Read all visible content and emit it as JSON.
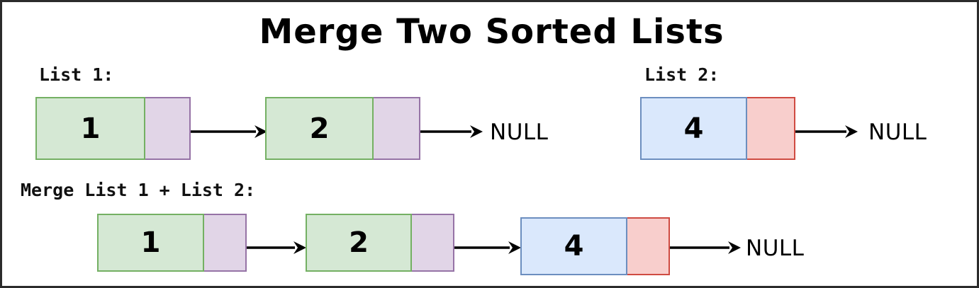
{
  "diagram": {
    "title": "Merge Two Sorted Lists",
    "border_color": "#2b2b2b",
    "background": "#ffffff"
  },
  "palette": {
    "green_fill": "#d5e8d4",
    "green_border": "#74b063",
    "purple_fill": "#e1d5e7",
    "purple_border": "#9673a6",
    "blue_fill": "#dae8fc",
    "blue_border": "#6c8ebf",
    "red_fill": "#f8cecc",
    "red_border": "#cf4b42",
    "text": "#000000"
  },
  "sections": [
    {
      "id": "list1",
      "label": "List 1:",
      "terminator": "NULL",
      "nodes": [
        {
          "value": "1",
          "style": "green"
        },
        {
          "value": "2",
          "style": "green"
        }
      ]
    },
    {
      "id": "list2",
      "label": "List 2:",
      "terminator": "NULL",
      "nodes": [
        {
          "value": "4",
          "style": "blue"
        }
      ]
    },
    {
      "id": "merged",
      "label": "Merge List 1 + List 2:",
      "terminator": "NULL",
      "nodes": [
        {
          "value": "1",
          "style": "green"
        },
        {
          "value": "2",
          "style": "green"
        },
        {
          "value": "4",
          "style": "blue"
        }
      ]
    }
  ]
}
